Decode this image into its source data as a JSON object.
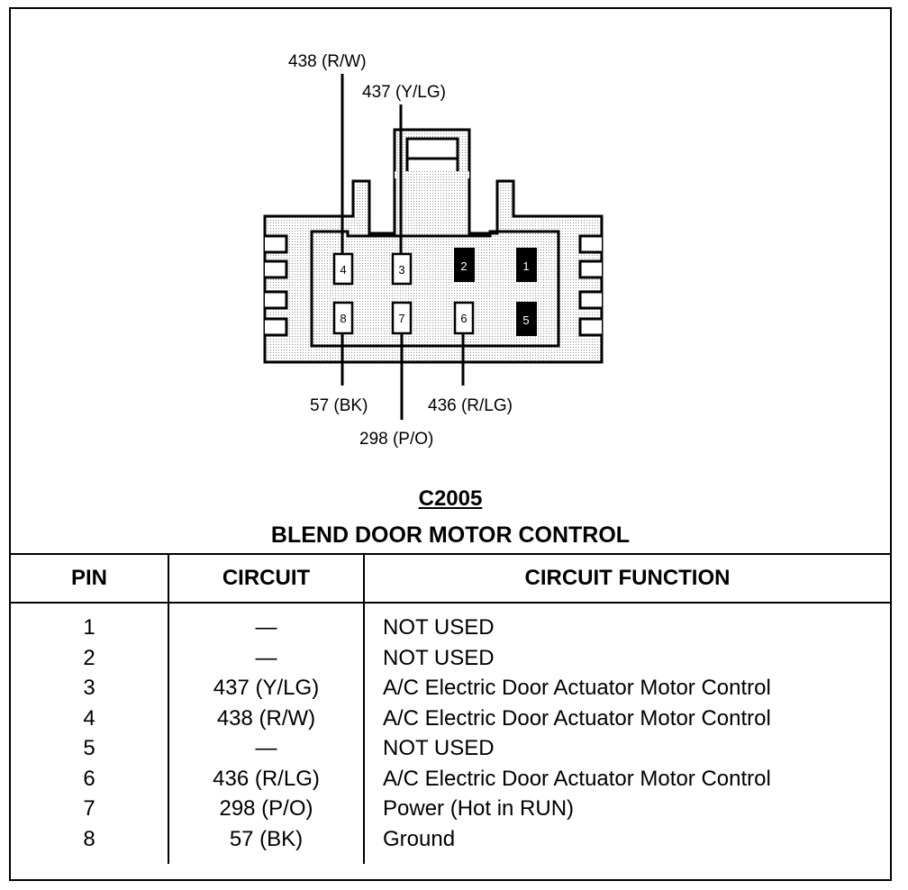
{
  "connector": {
    "id": "C2005",
    "title": "BLEND DOOR MOTOR CONTROL",
    "wire_labels": {
      "pin4": "438 (R/W)",
      "pin3": "437 (Y/LG)",
      "pin8": "57 (BK)",
      "pin6": "436 (R/LG)",
      "pin7": "298 (P/O)"
    },
    "pin_numbers": [
      "1",
      "2",
      "3",
      "4",
      "5",
      "6",
      "7",
      "8"
    ]
  },
  "table": {
    "headers": [
      "PIN",
      "CIRCUIT",
      "CIRCUIT FUNCTION"
    ],
    "rows": [
      {
        "pin": "1",
        "circuit": "—",
        "function": "NOT USED"
      },
      {
        "pin": "2",
        "circuit": "—",
        "function": "NOT USED"
      },
      {
        "pin": "3",
        "circuit": "437 (Y/LG)",
        "function": "A/C Electric Door Actuator Motor Control"
      },
      {
        "pin": "4",
        "circuit": "438 (R/W)",
        "function": "A/C Electric Door Actuator Motor Control"
      },
      {
        "pin": "5",
        "circuit": "—",
        "function": "NOT USED"
      },
      {
        "pin": "6",
        "circuit": "436 (R/LG)",
        "function": "A/C Electric Door Actuator Motor Control"
      },
      {
        "pin": "7",
        "circuit": "298 (P/O)",
        "function": "Power (Hot in RUN)"
      },
      {
        "pin": "8",
        "circuit": "57 (BK)",
        "function": "Ground"
      }
    ]
  }
}
